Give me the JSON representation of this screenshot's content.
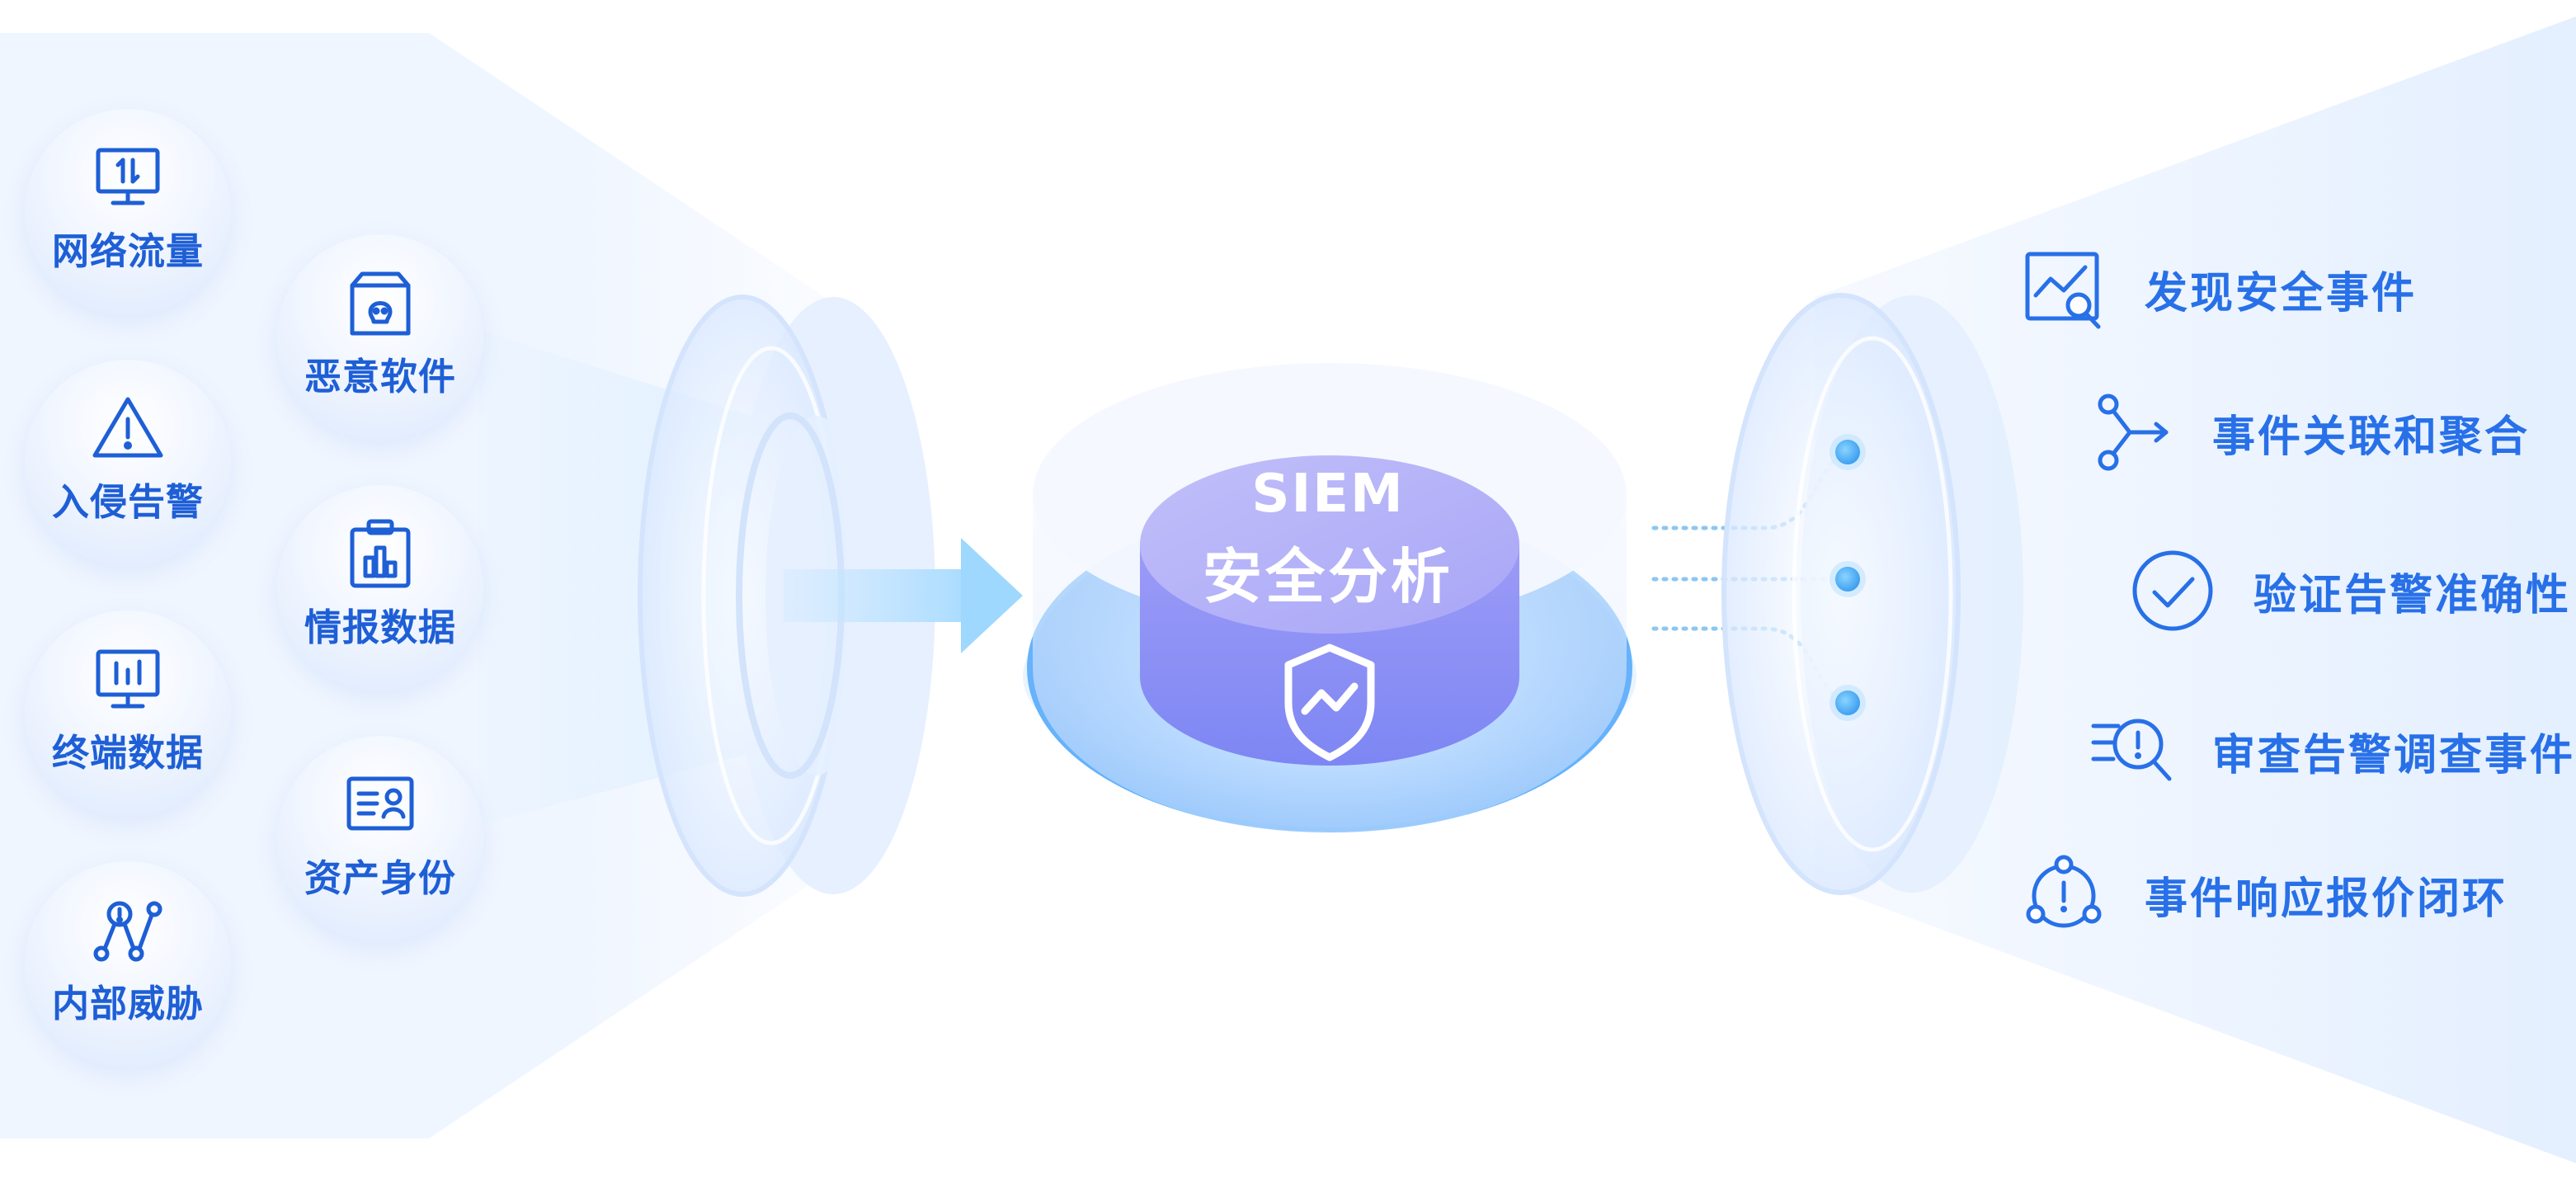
{
  "sources": [
    {
      "label": "网络流量",
      "icon": "network-traffic-icon"
    },
    {
      "label": "恶意软件",
      "icon": "malware-icon"
    },
    {
      "label": "入侵告警",
      "icon": "warning-triangle-icon"
    },
    {
      "label": "情报数据",
      "icon": "intel-clipboard-icon"
    },
    {
      "label": "终端数据",
      "icon": "endpoint-monitor-icon"
    },
    {
      "label": "资产身份",
      "icon": "identity-card-icon"
    },
    {
      "label": "内部威胁",
      "icon": "internal-threat-icon"
    }
  ],
  "core": {
    "title_line1": "SIEM",
    "title_line2": "安全分析",
    "icon": "shield-check-icon"
  },
  "outputs": [
    {
      "label": "发现安全事件",
      "icon": "chart-search-icon"
    },
    {
      "label": "事件关联和聚合",
      "icon": "branch-arrow-icon"
    },
    {
      "label": "验证告警准确性",
      "icon": "check-circle-icon"
    },
    {
      "label": "审查告警调查事件",
      "icon": "list-search-icon"
    },
    {
      "label": "事件响应报价闭环",
      "icon": "network-alert-icon"
    }
  ],
  "colors": {
    "primary": "#1e5fd6",
    "accent": "#2870e8",
    "core": "#8f8ff6"
  }
}
